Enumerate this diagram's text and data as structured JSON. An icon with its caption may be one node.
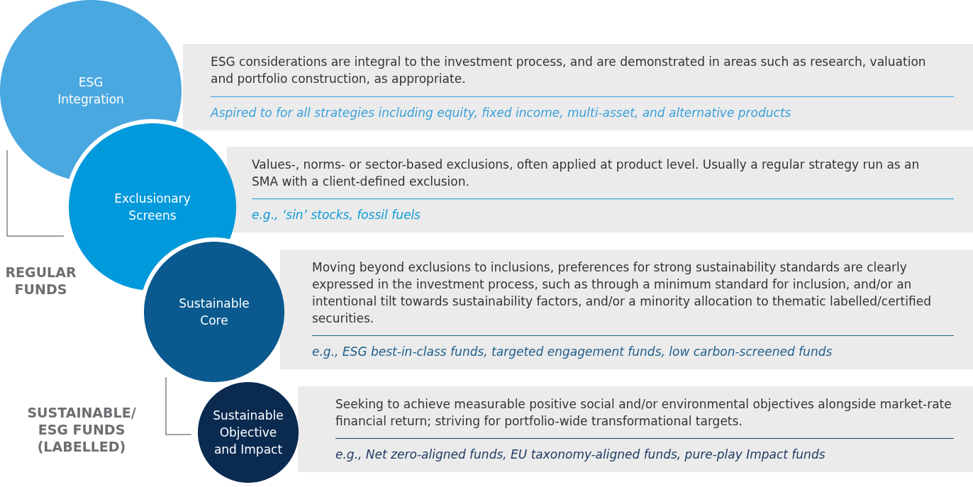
{
  "diagram": {
    "nodes": [
      {
        "text": [
          "ESG Integration"
        ]
      },
      {
        "text": [
          "ESG considerations are integral to the investment process, and are demonstrated in areas such as research, valuation and portfolio construction, as appropriate.",
          "Aspired to for all strategies including equity, fixed income, multi-asset, and alternative products"
        ]
      },
      {
        "text": [
          "Exclusionary Screens"
        ]
      },
      {
        "text": [
          "Values-, norms- or sector-based exclusions, often applied at product level. Usually a regular strategy run as an SMA with a client-defined exclusion.",
          "e.g., ‘sin’ stocks, fossil fuels"
        ]
      },
      {
        "text": [
          "Sustainable Core"
        ]
      },
      {
        "text": [
          "Moving beyond exclusions to inclusions, preferences for strong sustainability standards are clearly expressed in the investment process, such as through a minimum standard for inclusion, and/or an intentional tilt towards sustainability factors, and/or a minority allocation to thematic labelled/certified securities.",
          "e.g., ESG best-in-class funds, targeted engagement funds, low carbon-screened funds"
        ]
      },
      {
        "text": [
          "Sustainable Objective and Impact"
        ]
      },
      {
        "text": [
          "Seeking to achieve measurable positive social and/or environmental objectives alongside market-rate financial return; striving for portfolio-wide transformational targets.",
          "e.g., Net zero-aligned funds, EU taxonomy-aligned funds, pure-play Impact funds"
        ]
      }
    ],
    "edges": [],
    "labels": [
      "REGULAR FUNDS",
      "SUSTAINABLE/ ESG FUNDS (LABELLED)"
    ]
  }
}
